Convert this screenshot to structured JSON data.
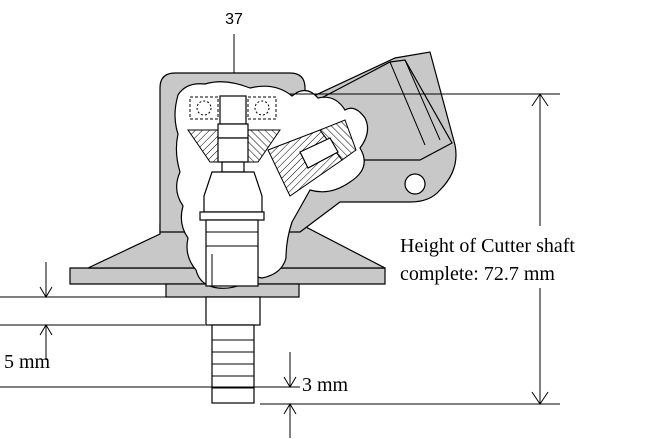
{
  "part_number": "37",
  "height_label_line1": "Height of Cutter shaft",
  "height_label_line2": "complete: 72.7 mm",
  "dim_5mm": "5 mm",
  "dim_3mm": "3 mm",
  "colors": {
    "housing_fill": "#c8c8c8",
    "line": "#000000",
    "background": "#ffffff"
  }
}
